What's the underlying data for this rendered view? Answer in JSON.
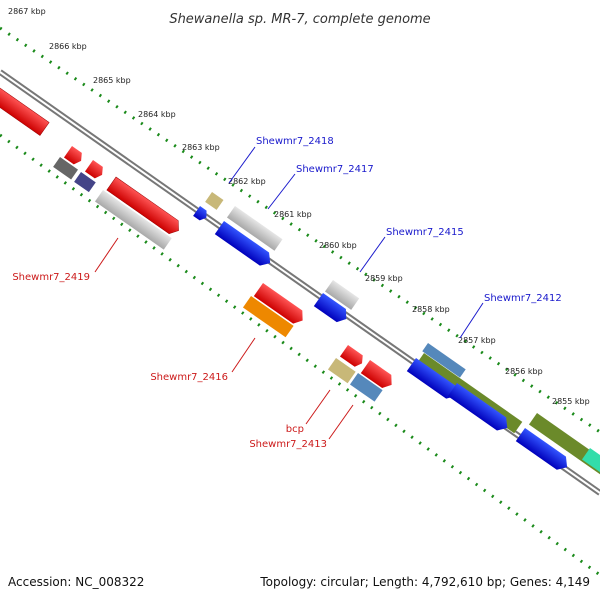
{
  "title": "Shewanella sp. MR-7, complete genome",
  "footer": {
    "accession": "Accession: NC_008322",
    "topology": "Topology: circular; Length: 4,792,610 bp; Genes: 4,149"
  },
  "scale_labels": [
    "2867 kbp",
    "2866 kbp",
    "2865 kbp",
    "2864 kbp",
    "2863 kbp",
    "2862 kbp",
    "2861 kbp",
    "2860 kbp",
    "2859 kbp",
    "2858 kbp",
    "2857 kbp",
    "2856 kbp",
    "2855 kbp"
  ],
  "gene_labels": {
    "shewmr7_2418": "Shewmr7_2418",
    "shewmr7_2417": "Shewmr7_2417",
    "shewmr7_2415": "Shewmr7_2415",
    "shewmr7_2412": "Shewmr7_2412",
    "shewmr7_2419": "Shewmr7_2419",
    "shewmr7_2416": "Shewmr7_2416",
    "bcp": "bcp",
    "shewmr7_2413": "Shewmr7_2413"
  },
  "colors": {
    "backbone": "#777777",
    "ticks": "#1a8a1a",
    "red": "#ee1111",
    "blue": "#1111dd",
    "gray": "#c8c8c8",
    "darkgray": "#666666",
    "navy": "#444488",
    "khaki": "#c8b878",
    "orange": "#ee8800",
    "steel": "#5588bb",
    "olive": "#6b8a2a",
    "teal": "#33ddaa",
    "plus_label": "#1a1acc",
    "minus_label": "#cc1a1a"
  }
}
